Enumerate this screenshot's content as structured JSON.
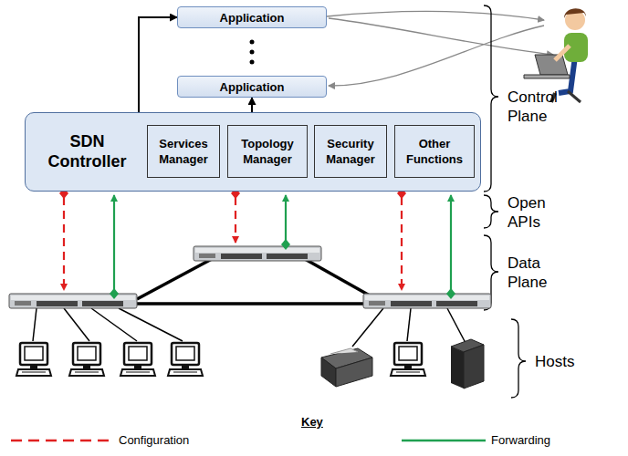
{
  "diagram": {
    "nodes": [
      {
        "text": [
          "Application"
        ]
      },
      {
        "text": [
          "Application"
        ]
      },
      {
        "text": [
          "SDN Controller"
        ]
      },
      {
        "text": [
          "Services Manager"
        ],
        "in": 2
      },
      {
        "text": [
          "Topology Manager"
        ],
        "in": 2
      },
      {
        "text": [
          "Security Manager"
        ],
        "in": 2
      },
      {
        "text": [
          "Other Functions"
        ],
        "in": 2
      }
    ],
    "edges": [
      {
        "from": 2,
        "to": 0,
        "arrow": "to"
      },
      {
        "from": 2,
        "to": 1,
        "arrow": "to"
      }
    ],
    "labels": [
      "Control Plane",
      "Open APIs",
      "Data Plane",
      "Hosts",
      "Key"
    ],
    "legend": [
      {
        "text": "Configuration"
      },
      {
        "text": "Forwarding"
      }
    ]
  }
}
